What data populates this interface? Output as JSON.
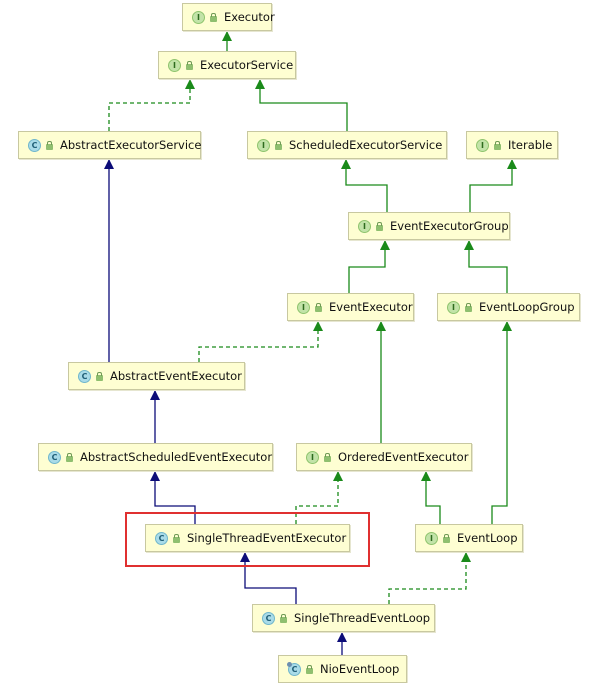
{
  "nodes": [
    {
      "id": "executor",
      "label": "Executor",
      "kind": "interface"
    },
    {
      "id": "executor_service",
      "label": "ExecutorService",
      "kind": "interface"
    },
    {
      "id": "abstract_executor_service",
      "label": "AbstractExecutorService",
      "kind": "class"
    },
    {
      "id": "scheduled_executor_service",
      "label": "ScheduledExecutorService",
      "kind": "interface"
    },
    {
      "id": "iterable",
      "label": "Iterable",
      "kind": "interface"
    },
    {
      "id": "event_executor_group",
      "label": "EventExecutorGroup",
      "kind": "interface"
    },
    {
      "id": "event_executor",
      "label": "EventExecutor",
      "kind": "interface"
    },
    {
      "id": "event_loop_group",
      "label": "EventLoopGroup",
      "kind": "interface"
    },
    {
      "id": "abstract_event_executor",
      "label": "AbstractEventExecutor",
      "kind": "class"
    },
    {
      "id": "abstract_scheduled_event_executor",
      "label": "AbstractScheduledEventExecutor",
      "kind": "class"
    },
    {
      "id": "ordered_event_executor",
      "label": "OrderedEventExecutor",
      "kind": "interface"
    },
    {
      "id": "single_thread_event_executor",
      "label": "SingleThreadEventExecutor",
      "kind": "class",
      "highlighted": true
    },
    {
      "id": "event_loop",
      "label": "EventLoop",
      "kind": "interface"
    },
    {
      "id": "single_thread_event_loop",
      "label": "SingleThreadEventLoop",
      "kind": "class"
    },
    {
      "id": "nio_event_loop",
      "label": "NioEventLoop",
      "kind": "class",
      "final": true
    }
  ],
  "badge_letters": {
    "interface": "I",
    "class": "C"
  },
  "edges": [
    {
      "from": "executor_service",
      "to": "executor",
      "type": "extends-interface"
    },
    {
      "from": "abstract_executor_service",
      "to": "executor_service",
      "type": "implements"
    },
    {
      "from": "scheduled_executor_service",
      "to": "executor_service",
      "type": "extends-interface"
    },
    {
      "from": "event_executor_group",
      "to": "scheduled_executor_service",
      "type": "extends-interface"
    },
    {
      "from": "event_executor_group",
      "to": "iterable",
      "type": "extends-interface"
    },
    {
      "from": "event_executor",
      "to": "event_executor_group",
      "type": "extends-interface"
    },
    {
      "from": "event_loop_group",
      "to": "event_executor_group",
      "type": "extends-interface"
    },
    {
      "from": "abstract_event_executor",
      "to": "abstract_executor_service",
      "type": "extends-class"
    },
    {
      "from": "abstract_event_executor",
      "to": "event_executor",
      "type": "implements"
    },
    {
      "from": "abstract_scheduled_event_executor",
      "to": "abstract_event_executor",
      "type": "extends-class"
    },
    {
      "from": "ordered_event_executor",
      "to": "event_executor",
      "type": "extends-interface"
    },
    {
      "from": "single_thread_event_executor",
      "to": "abstract_scheduled_event_executor",
      "type": "extends-class"
    },
    {
      "from": "single_thread_event_executor",
      "to": "ordered_event_executor",
      "type": "implements"
    },
    {
      "from": "event_loop",
      "to": "ordered_event_executor",
      "type": "extends-interface"
    },
    {
      "from": "event_loop",
      "to": "event_loop_group",
      "type": "extends-interface"
    },
    {
      "from": "single_thread_event_loop",
      "to": "single_thread_event_executor",
      "type": "extends-class"
    },
    {
      "from": "single_thread_event_loop",
      "to": "event_loop",
      "type": "implements"
    },
    {
      "from": "nio_event_loop",
      "to": "single_thread_event_loop",
      "type": "extends-class"
    }
  ],
  "colors": {
    "node_fill": "#fefed2",
    "node_border": "#c8c8a0",
    "interface_edge": "#1a8a1a",
    "class_edge": "#0c0c78",
    "highlight": "#e03030",
    "background": "#ffffff"
  }
}
